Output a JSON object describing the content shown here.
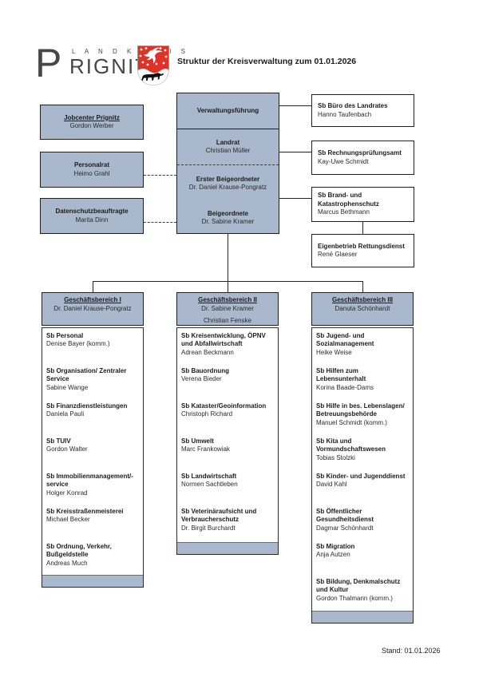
{
  "colors": {
    "box_fill": "#a9b8cc",
    "crest_red": "#e03127",
    "line": "#1f1f1f"
  },
  "header": {
    "logo": {
      "p": "P",
      "landkreis": "L A N D K R E I S",
      "rignitz": "RIGNITZ",
      "crest": "prignitz-coat-of-arms"
    },
    "title": "Struktur der Kreisverwaltung zum 01.01.2026"
  },
  "top": {
    "left_boxes": [
      {
        "title": "Jobcenter Prignitz",
        "name": "Gordon Werber"
      },
      {
        "title": "Personalrat",
        "name": "Heimo Grahl"
      },
      {
        "title": "Datenschutzbeauftragte",
        "name": "Marita Dinn"
      }
    ],
    "center_box": {
      "sections": [
        {
          "title": "Verwaltungsführung",
          "name": ""
        },
        {
          "title": "Landrat",
          "name": "Christian Müller"
        },
        {
          "title": "Erster Beigeordneter",
          "name": "Dr. Daniel Krause-Pongratz"
        },
        {
          "title": "Beigeordnete",
          "name": "Dr. Sabine Kramer"
        }
      ]
    },
    "right_boxes": [
      {
        "title": "Sb Büro des Landrates",
        "name": "Hanno Taufenbach"
      },
      {
        "title": "Sb  Rechnungsprüfungsamt",
        "name": "Kay-Uwe Schmidt"
      },
      {
        "title": "Sb Brand- und\nKatastrophenschutz",
        "name": "Marcus Bethmann"
      },
      {
        "title": "Eigenbetrieb Rettungsdienst",
        "name": "René Glaeser"
      }
    ]
  },
  "departments": [
    {
      "title": "Geschäftsbereich I",
      "head": "Dr. Daniel Krause-Pongratz",
      "items": [
        {
          "title": "Sb Personal",
          "name": "Denise Bayer (komm.)"
        },
        {
          "title": "Sb Organisation/ Zentraler\nService",
          "name": "Sabine Wange"
        },
        {
          "title": "Sb Finanzdienstleistungen",
          "name": "Daniela Pauli"
        },
        {
          "title": "Sb TUIV",
          "name": "Gordon Walter"
        },
        {
          "title": "Sb Immobilienmanagement/-\nservice",
          "name": "Holger Konrad"
        },
        {
          "title": "Sb Kreisstraßenmeisterei",
          "name": "Michael Becker"
        },
        {
          "title": "Sb Ordnung, Verkehr,\nBußgeldstelle",
          "name": "Andreas Much"
        }
      ]
    },
    {
      "title": "Geschäftsbereich II",
      "head": "Dr. Sabine Kramer",
      "head2": "Christian Fenske",
      "items": [
        {
          "title": "Sb Kreisentwicklung, ÖPNV\nund Abfallwirtschaft",
          "name": "Adrean Beckmann"
        },
        {
          "title": "Sb Bauordnung",
          "name": "Verena Bieder"
        },
        {
          "title": "Sb Kataster/Geoinformation",
          "name": "Christoph Richard"
        },
        {
          "title": "Sb Umwelt",
          "name": "Marc Frankowiak"
        },
        {
          "title": "Sb Landwirtschaft",
          "name": "Normen Sachtleben"
        },
        {
          "title": "Sb Veterinäraufsicht und\nVerbraucherschutz",
          "name": "Dr. Birgit Burchardt"
        }
      ]
    },
    {
      "title": "Geschäftsbereich III",
      "head": "Danuta Schönhardt",
      "items": [
        {
          "title": "Sb Jugend- und\nSozialmanagement",
          "name": "Heike Weise"
        },
        {
          "title": "Sb Hilfen zum\nLebensunterhalt",
          "name": "Korina Baade-Dams"
        },
        {
          "title": "Sb Hilfe in bes. Lebenslagen/\nBetreuungsbehörde",
          "name": "Manuel Schmidt (komm.)"
        },
        {
          "title": "Sb Kita und\nVormundschaftswesen",
          "name": "Tobias Stolzki"
        },
        {
          "title": "Sb Kinder- und Jugenddienst",
          "name": "David Kahl"
        },
        {
          "title": "Sb Öffentlicher\nGesundheitsdienst",
          "name": "Dagmar Schönhardt"
        },
        {
          "title": "Sb Migration",
          "name": "Anja Autzen"
        },
        {
          "title": "Sb Bildung, Denkmalschutz\nund Kultur",
          "name": "Gordon Thalmann (komm.)"
        }
      ]
    }
  ],
  "footer": {
    "stand": "Stand: 01.01.2026"
  }
}
